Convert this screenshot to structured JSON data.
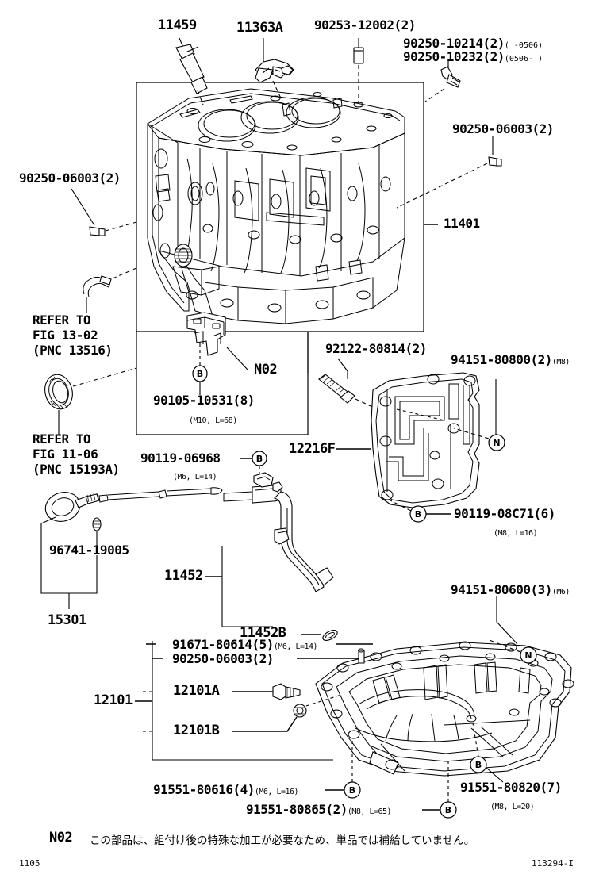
{
  "diagram": {
    "title": "Toyota engine cylinder block parts diagram",
    "figure_code": "113294-I",
    "page_code": "1105",
    "note_key": "N02",
    "note_text": "この部品は、組付け後の特殊な加工が必要なため、単品では補給していません。",
    "callout_n02": "N02"
  },
  "labels": {
    "p11459": "11459",
    "p11363a": "11363A",
    "p90253_12002": "90253-12002(2)",
    "p90250_10214": "90250-10214(2)",
    "p90250_10214_range": "(      -0506)",
    "p90250_10232": "90250-10232(2)",
    "p90250_10232_range": "(0506-     )",
    "p90250_06003_right": "90250-06003(2)",
    "p90250_06003_left": "90250-06003(2)",
    "p11401": "11401",
    "refer_13_02_l1": "REFER TO",
    "refer_13_02_l2": "FIG 13-02",
    "refer_13_02_l3": "(PNC 13516)",
    "refer_11_06_l1": "REFER TO",
    "refer_11_06_l2": "FIG 11-06",
    "refer_11_06_l3": "(PNC 15193A)",
    "p90105_10531": "90105-10531(8)",
    "p90105_10531_spec": "(M10, L=68)",
    "p92122_80814": "92122-80814(2)",
    "p94151_80800": "94151-80800(2)",
    "p94151_80800_spec": "(M8)",
    "p12216f": "12216F",
    "p90119_08c71": "90119-08C71(6)",
    "p90119_08c71_spec": "(M8, L=16)",
    "p90119_06968": "90119-06968",
    "p90119_06968_spec": "(M6, L=14)",
    "p96741_19005": "96741-19005",
    "p15301": "15301",
    "p11452": "11452",
    "p11452b": "11452B",
    "p94151_80600": "94151-80600(3)",
    "p94151_80600_spec": "(M6)",
    "p91671_80614": "91671-80614(5)",
    "p91671_80614_spec": "(M6, L=14)",
    "p90250_06003_pan": "90250-06003(2)",
    "p12101": "12101",
    "p12101a": "12101A",
    "p12101b": "12101B",
    "p91551_80616": "91551-80616(4)",
    "p91551_80616_spec": "(M6, L=16)",
    "p91551_80865": "91551-80865(2)",
    "p91551_80865_spec": "(M8, L=65)",
    "p91551_80820": "91551-80820(7)",
    "p91551_80820_spec": "(M8, L=20)"
  },
  "bubbles": {
    "b": "B",
    "n": "N"
  },
  "colors": {
    "ink": "#000000",
    "paper": "#ffffff"
  }
}
